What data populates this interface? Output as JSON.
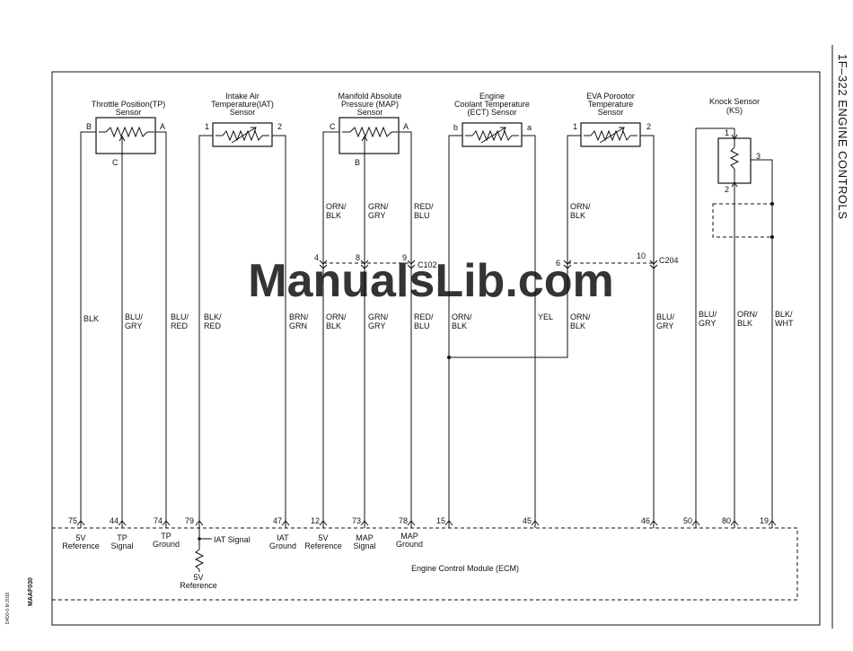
{
  "page": {
    "header": "1F–322 ENGINE CONTROLS",
    "figure_id": "MAAF030",
    "watermark": "ManualsLib.com",
    "side_code": "D4D0-0 M 2015"
  },
  "sensors": {
    "tp": {
      "title": [
        "Throttle Position(TP)",
        "Sensor"
      ],
      "pins": {
        "left": "B",
        "right": "A",
        "bottom": "C"
      }
    },
    "iat": {
      "title": [
        "Intake Air",
        "Temperature(IAT)",
        "Sensor"
      ],
      "pins": {
        "left": "1",
        "right": "2"
      }
    },
    "map": {
      "title": [
        "Manifold Absolute",
        "Pressure (MAP)",
        "Sensor"
      ],
      "pins": {
        "left": "C",
        "right": "A",
        "bottom": "B"
      }
    },
    "ect": {
      "title": [
        "Engine",
        "Coolant Temperature",
        "(ECT) Sensor"
      ],
      "pins": {
        "left": "b",
        "right": "a"
      }
    },
    "eva": {
      "title": [
        "EVA Porootor",
        "Temperature",
        "Sensor"
      ],
      "pins": {
        "left": "1",
        "right": "2"
      }
    },
    "ks": {
      "title": [
        "Knock Sensor",
        "(KS)"
      ],
      "pins": {
        "top": "1",
        "bottom": "2",
        "right": "3"
      }
    }
  },
  "connectors": {
    "c102": {
      "name": "C102",
      "pins": [
        "4",
        "8",
        "9"
      ]
    },
    "c204": {
      "name": "C204",
      "pins": [
        "6",
        "10"
      ]
    }
  },
  "upper_wire_colors": {
    "map_c": [
      "ORN/",
      "BLK"
    ],
    "map_b": [
      "GRN/",
      "GRY"
    ],
    "map_a": [
      "RED/",
      "BLU"
    ],
    "eva_1": [
      "ORN/",
      "BLK"
    ]
  },
  "wire_colors": {
    "w75": [
      "BLK"
    ],
    "w44": [
      "BLU/",
      "GRY"
    ],
    "w74": [
      "BLU/",
      "RED"
    ],
    "w79": [
      "BLK/",
      "RED"
    ],
    "w47": [
      "BRN/",
      "GRN"
    ],
    "w12": [
      "ORN/",
      "BLK"
    ],
    "w73": [
      "GRN/",
      "GRY"
    ],
    "w78": [
      "RED/",
      "BLU"
    ],
    "w15": [
      "ORN/",
      "BLK"
    ],
    "w45": [
      "YEL"
    ],
    "w6": [
      "ORN/",
      "BLK"
    ],
    "w46": [
      "BLU/",
      "GRY"
    ],
    "w50": [
      "BLU/",
      "GRY"
    ],
    "w80": [
      "ORN/",
      "BLK"
    ],
    "w19": [
      "BLK/",
      "WHT"
    ]
  },
  "ecm": {
    "name": "Engine Control Module (ECM)",
    "pins": [
      "75",
      "44",
      "74",
      "79",
      "47",
      "12",
      "73",
      "78",
      "15",
      "45",
      "46",
      "50",
      "80",
      "19"
    ],
    "labels": {
      "p75": [
        "5V",
        "Reference"
      ],
      "p44": [
        "TP",
        "Signal"
      ],
      "p74": [
        "TP",
        "Ground"
      ],
      "p79": "IAT Signal",
      "p47": [
        "IAT",
        "Ground"
      ],
      "p12": [
        "5V",
        "Reference"
      ],
      "p73": [
        "MAP",
        "Signal"
      ],
      "p78": [
        "MAP",
        "Ground"
      ],
      "ref5v": [
        "5V",
        "Reference"
      ]
    }
  }
}
